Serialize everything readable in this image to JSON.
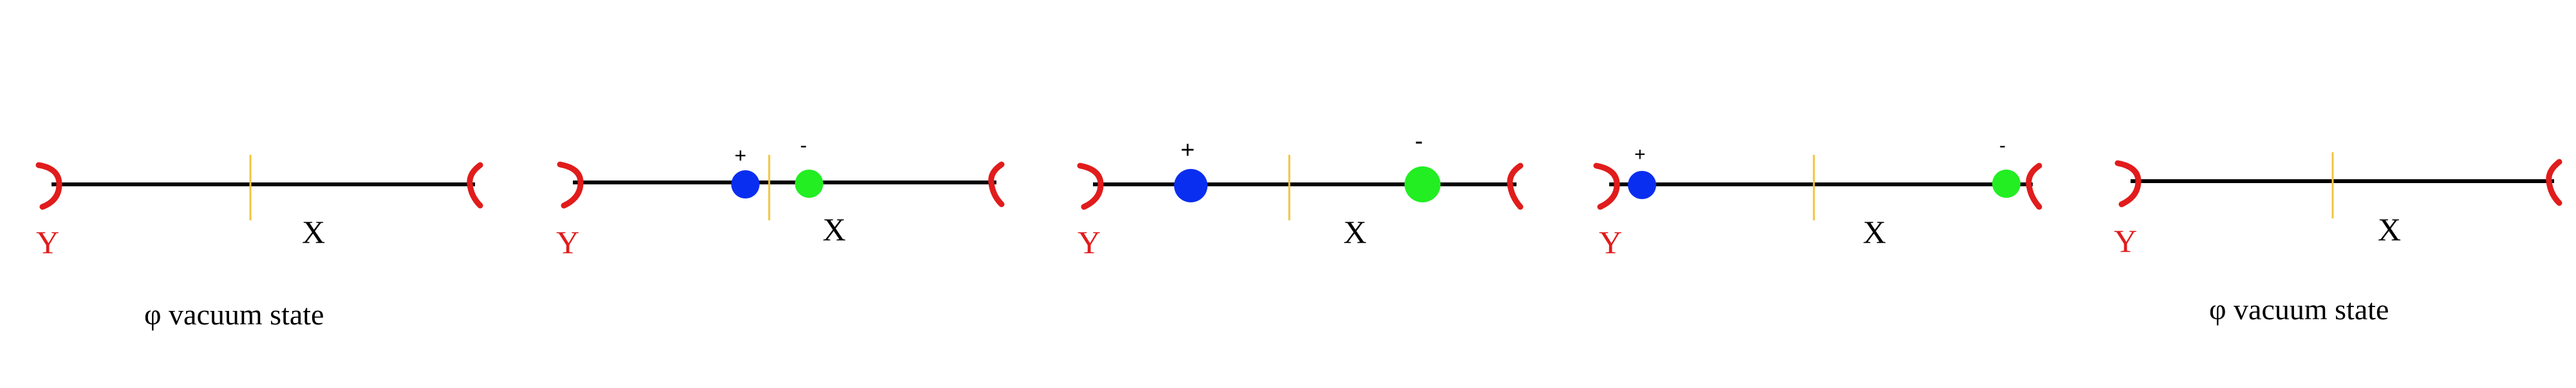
{
  "colors": {
    "line": "#000000",
    "brane": "#e11c1c",
    "midline": "#f2c43c",
    "positive_charge": "#0a2ef0",
    "negative_charge": "#22ee22",
    "label_y": "#e11c1c",
    "label_x": "#000000"
  },
  "panels": [
    {
      "x_label": "X",
      "y_label": "Y",
      "caption": "φ vacuum state",
      "positive_label": "",
      "negative_label": ""
    },
    {
      "x_label": "X",
      "y_label": "Y",
      "caption": "",
      "positive_label": "+",
      "negative_label": "-"
    },
    {
      "x_label": "X",
      "y_label": "Y",
      "caption": "",
      "positive_label": "+",
      "negative_label": "-"
    },
    {
      "x_label": "X",
      "y_label": "Y",
      "caption": "",
      "positive_label": "+",
      "negative_label": "-"
    },
    {
      "x_label": "X",
      "y_label": "Y",
      "caption": "φ vacuum state",
      "positive_label": "",
      "negative_label": ""
    }
  ]
}
